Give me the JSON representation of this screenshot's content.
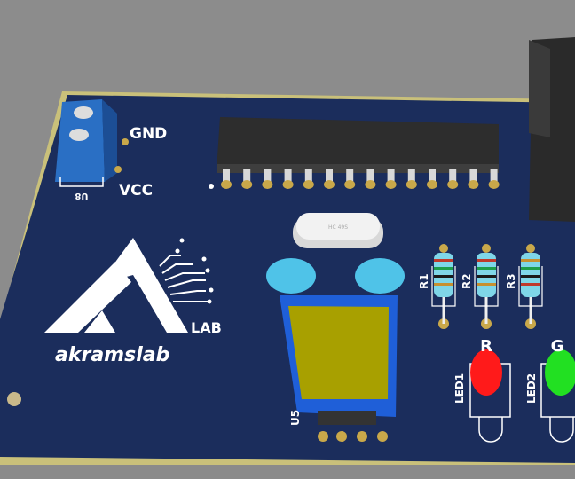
{
  "board": {
    "labels": {
      "gnd": "GND",
      "vcc": "VCC",
      "connector_ref": "U8",
      "regulator_ref": "U5",
      "crystal_marking": "HC 49S",
      "r1": "R1",
      "r2": "R2",
      "r3": "R3",
      "led1": "LED1",
      "led2": "LED2",
      "led1_mark": "R",
      "led2_mark": "G"
    },
    "logo": {
      "brand": "akramslab",
      "suffix": "LAB"
    },
    "colors": {
      "background": "#8c8c8c",
      "pcb": "#1b2d5c",
      "terminal_block": "#2a6fc4",
      "capacitor": "#4fc3e8",
      "led_red": "#ff1a1a",
      "led_green": "#22e022",
      "regulator": "#a8a000",
      "pad": "#c9a84a"
    }
  }
}
